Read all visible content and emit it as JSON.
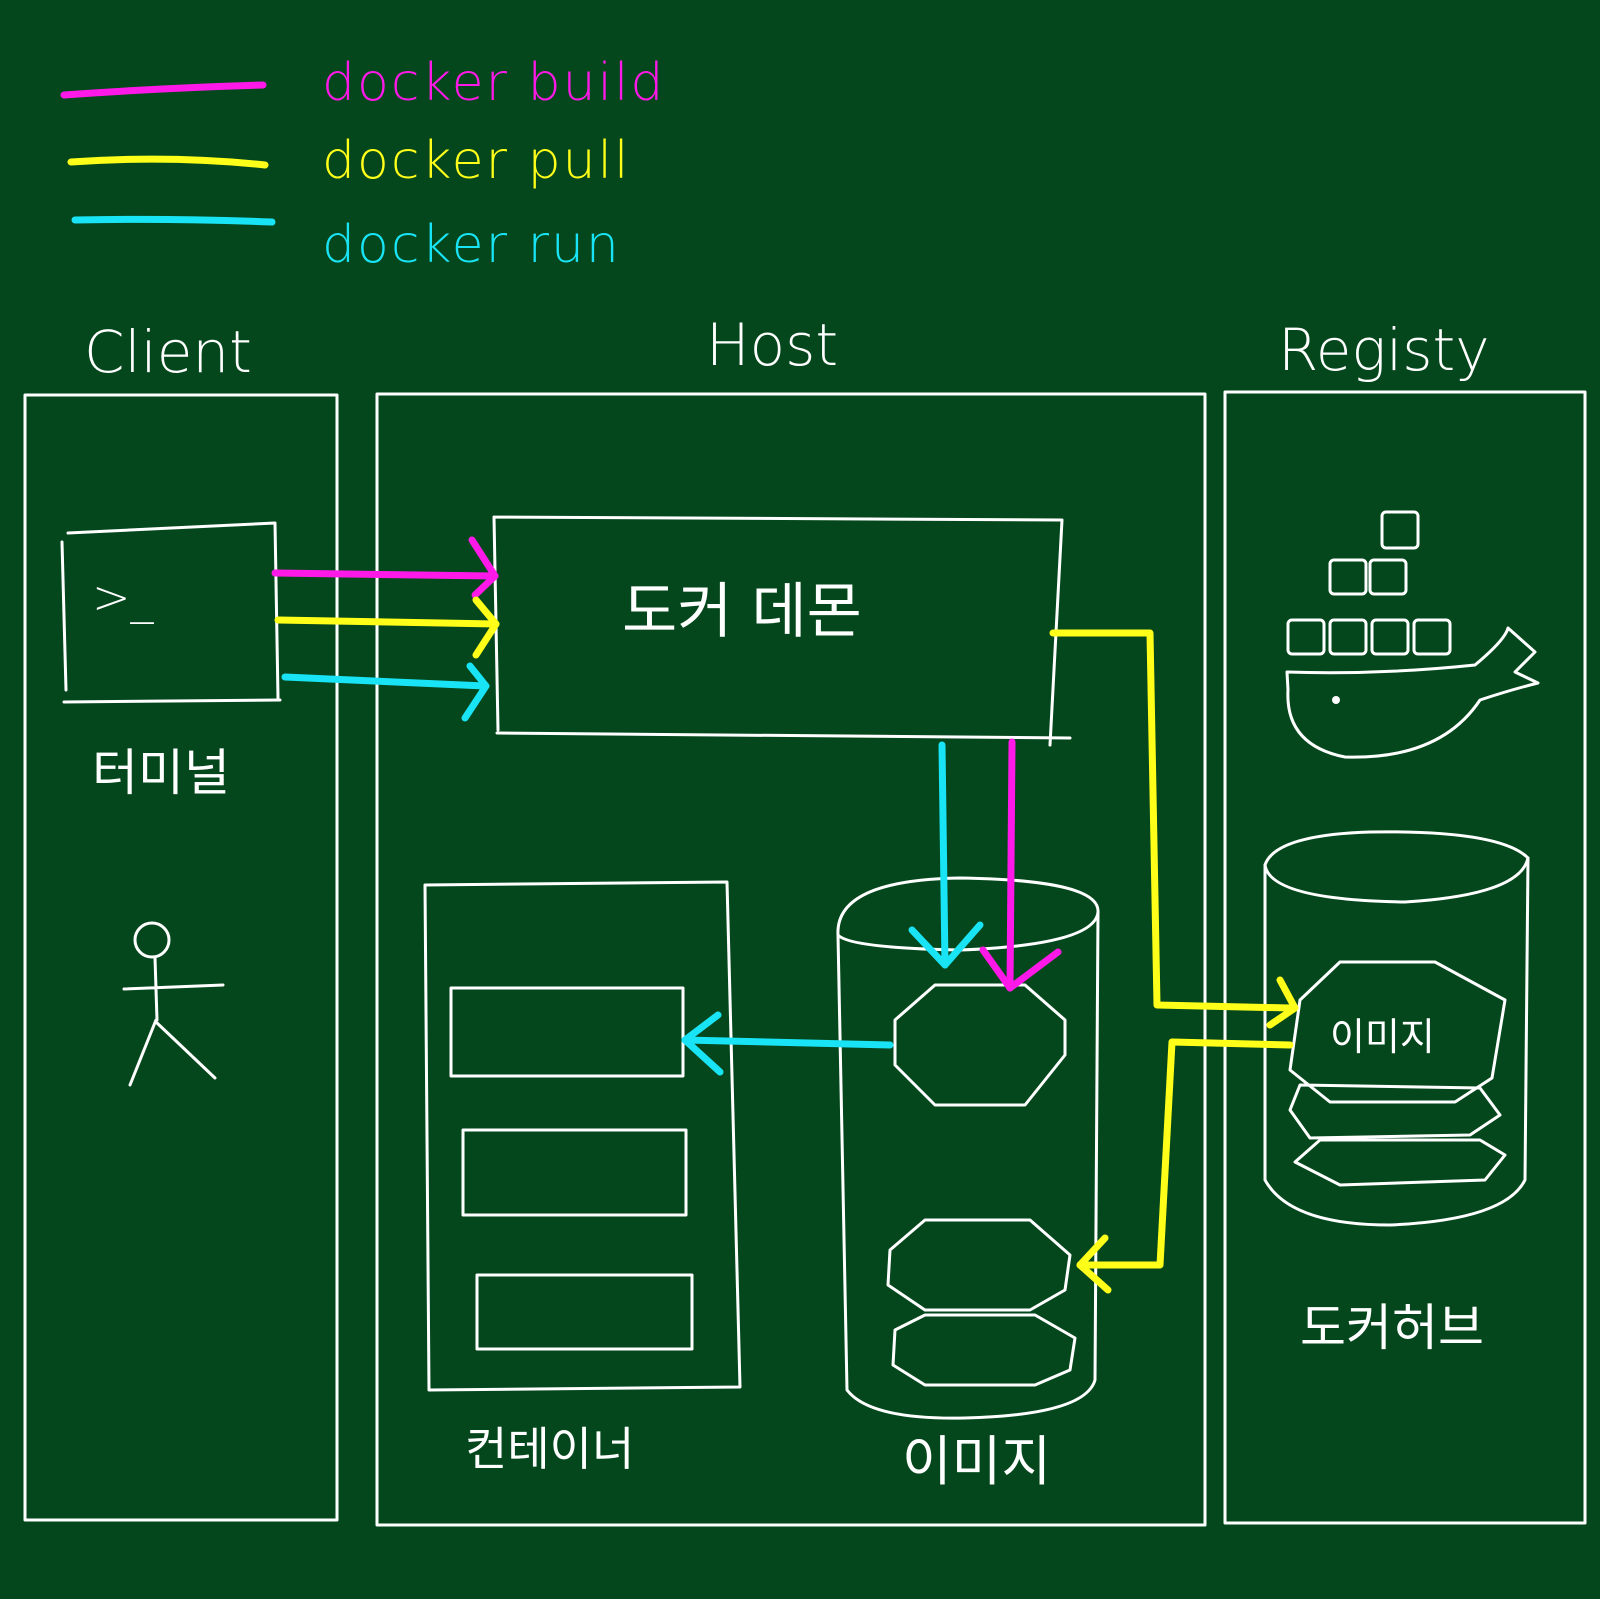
{
  "colors": {
    "background": "#05471c",
    "chalk": "#ffffff",
    "build": "#ff19e8",
    "pull": "#ffff19",
    "run": "#19e4f5"
  },
  "legend": [
    {
      "label": "docker build",
      "color": "#ff19e8"
    },
    {
      "label": "docker pull",
      "color": "#ffff19"
    },
    {
      "label": "docker run",
      "color": "#19e4f5"
    }
  ],
  "sections": {
    "client": {
      "title": "Client",
      "terminal_label": "터미널",
      "prompt": ">_"
    },
    "host": {
      "title": "Host",
      "daemon_label": "도커 데몬",
      "containers_label": "컨테이너",
      "images_label": "이미지"
    },
    "registry": {
      "title": "Registy",
      "image_label": "이미지",
      "hub_label": "도커허브"
    }
  },
  "icons": [
    "terminal-icon",
    "person-icon",
    "docker-whale-icon",
    "database-icon",
    "image-icon"
  ]
}
